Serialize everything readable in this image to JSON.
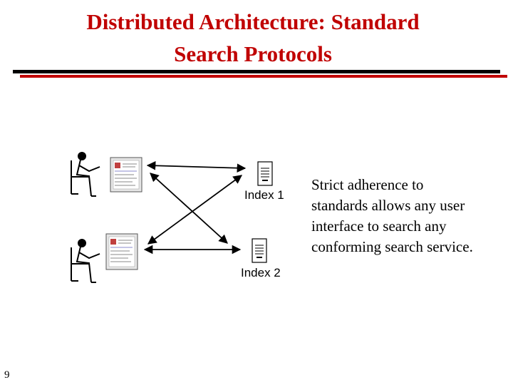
{
  "slide": {
    "title": "Distributed Architecture: Standard\nSearch Protocols",
    "body": "Strict adherence to\nstandards allows any user\ninterface to search any\nconforming search service.",
    "page_number": "9",
    "accent_color": "#c00000"
  },
  "diagram": {
    "indexes": [
      {
        "label": "Index 1"
      },
      {
        "label": "Index 2"
      }
    ],
    "users": [
      {
        "icon": "seated-user-icon",
        "screen": "browser-window-icon"
      },
      {
        "icon": "seated-user-icon",
        "screen": "browser-window-icon"
      }
    ],
    "document_icon": "document-icon"
  }
}
